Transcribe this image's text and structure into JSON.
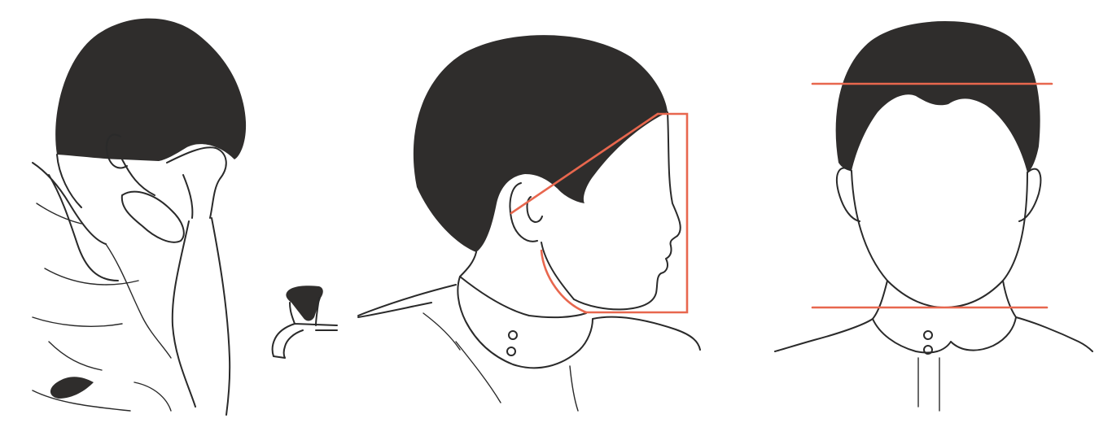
{
  "colors": {
    "background": "#ffffff",
    "ink": "#2a2a2a",
    "hair": "#2f2d2c",
    "guide_line": "#e8674e"
  },
  "panels": [
    {
      "icon": "person-washing-neck-behind-ear-illustration"
    },
    {
      "icon": "faucet-icon"
    },
    {
      "icon": "side-profile-with-face-area-guide-illustration"
    },
    {
      "icon": "front-face-with-hairline-and-neck-guide-illustration"
    }
  ]
}
